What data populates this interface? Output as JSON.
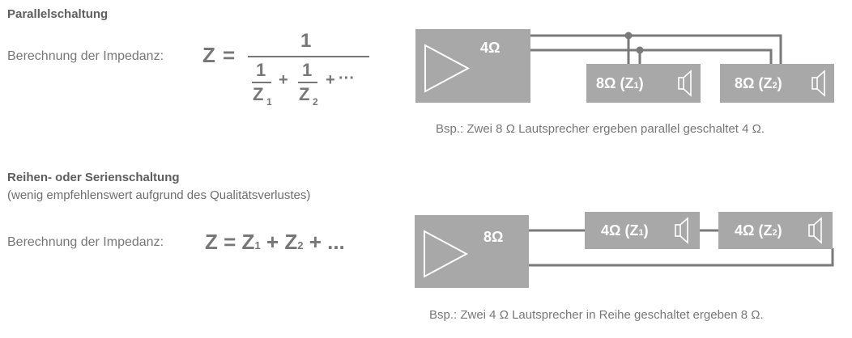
{
  "parallel": {
    "heading": "Parallelschaltung",
    "calc_label": "Berechnung der Impedanz:",
    "formula": {
      "lhs": "Z",
      "eq": "=",
      "numerator": "1",
      "term1_num": "1",
      "term1_den": "Z",
      "term1_sub": "1",
      "plus1": "+",
      "term2_num": "1",
      "term2_den": "Z",
      "term2_sub": "2",
      "plus2": "+",
      "ellipsis": "···"
    },
    "amp_label": "4Ω",
    "speaker1_label": "8Ω (Z",
    "speaker1_sub": "1",
    "speaker1_close": ")",
    "speaker2_label": "8Ω (Z",
    "speaker2_sub": "2",
    "speaker2_close": ")",
    "caption": "Bsp.: Zwei 8 Ω Lautsprecher ergeben parallel geschaltet 4 Ω."
  },
  "series": {
    "heading": "Reihen- oder Serienschaltung",
    "subheading": "(wenig empfehlenswert aufgrund des Qualitätsverlustes)",
    "calc_label": "Berechnung der Impedanz:",
    "formula": {
      "lhs": "Z",
      "eq": "=",
      "t1": "Z",
      "t1_sub": "1",
      "plus1": "+",
      "t2": "Z",
      "t2_sub": "2",
      "plus2": "+",
      "ellipsis": "..."
    },
    "amp_label": "8Ω",
    "speaker1_label": "4Ω (Z",
    "speaker1_sub": "1",
    "speaker1_close": ")",
    "speaker2_label": "4Ω (Z",
    "speaker2_sub": "2",
    "speaker2_close": ")",
    "caption": "Bsp.: Zwei 4 Ω Lautsprecher in Reihe geschaltet ergeben 8 Ω."
  },
  "colors": {
    "box": "#a8a8a8",
    "wire": "#7a7a7a",
    "text": "#777777"
  }
}
